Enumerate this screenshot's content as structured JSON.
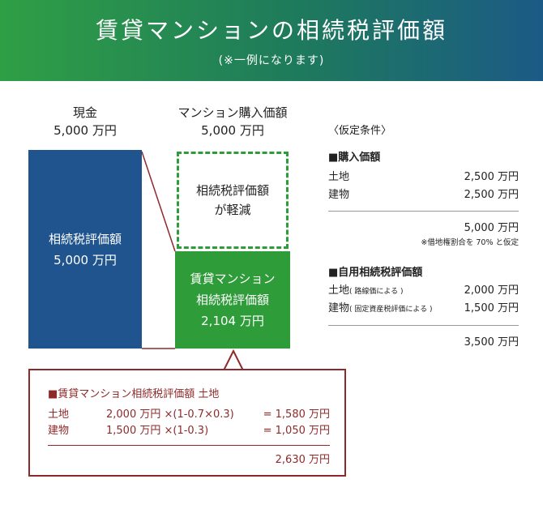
{
  "header": {
    "title": "賃貸マンションの相続税評価額",
    "subtitle": "(※一例になります)"
  },
  "cash": {
    "label": "現金",
    "amount": "5,000 万円",
    "box_line1": "相続税評価額",
    "box_line2": "5,000 万円"
  },
  "mansion": {
    "label": "マンション購入価額",
    "amount": "5,000 万円",
    "reduced_line1": "相続税評価額",
    "reduced_line2": "が軽減",
    "rental_line1": "賃貸マンション",
    "rental_line2": "相続税評価額",
    "rental_line3": "2,104 万円"
  },
  "callout": {
    "title": "■賃貸マンション相続税評価額 土地",
    "rows": [
      {
        "item": "土地",
        "formula": "2,000 万円 ×(1-0.7×0.3)",
        "result": "= 1,580 万円"
      },
      {
        "item": "建物",
        "formula": "1,500 万円 ×(1-0.3)",
        "result": "= 1,050 万円"
      }
    ],
    "total": "2,630 万円"
  },
  "conditions": {
    "title": "〈仮定条件〉",
    "purchase_heading": "■購入価額",
    "purchase_items": [
      {
        "label": "土地",
        "value": "2,500 万円"
      },
      {
        "label": "建物",
        "value": "2,500 万円"
      }
    ],
    "purchase_total": "5,000 万円",
    "purchase_note": "※借地権割合を 70% と仮定",
    "self_heading": "■自用相続税評価額",
    "self_items": [
      {
        "label": "土地",
        "sub": "( 路線価による )",
        "value": "2,000 万円"
      },
      {
        "label": "建物",
        "sub": "( 固定資産税評価による )",
        "value": "1,500 万円"
      }
    ],
    "self_total": "3,500 万円"
  },
  "colors": {
    "navy": "#1f548f",
    "green": "#2f9c3a",
    "maroon": "#8f2a2a"
  }
}
